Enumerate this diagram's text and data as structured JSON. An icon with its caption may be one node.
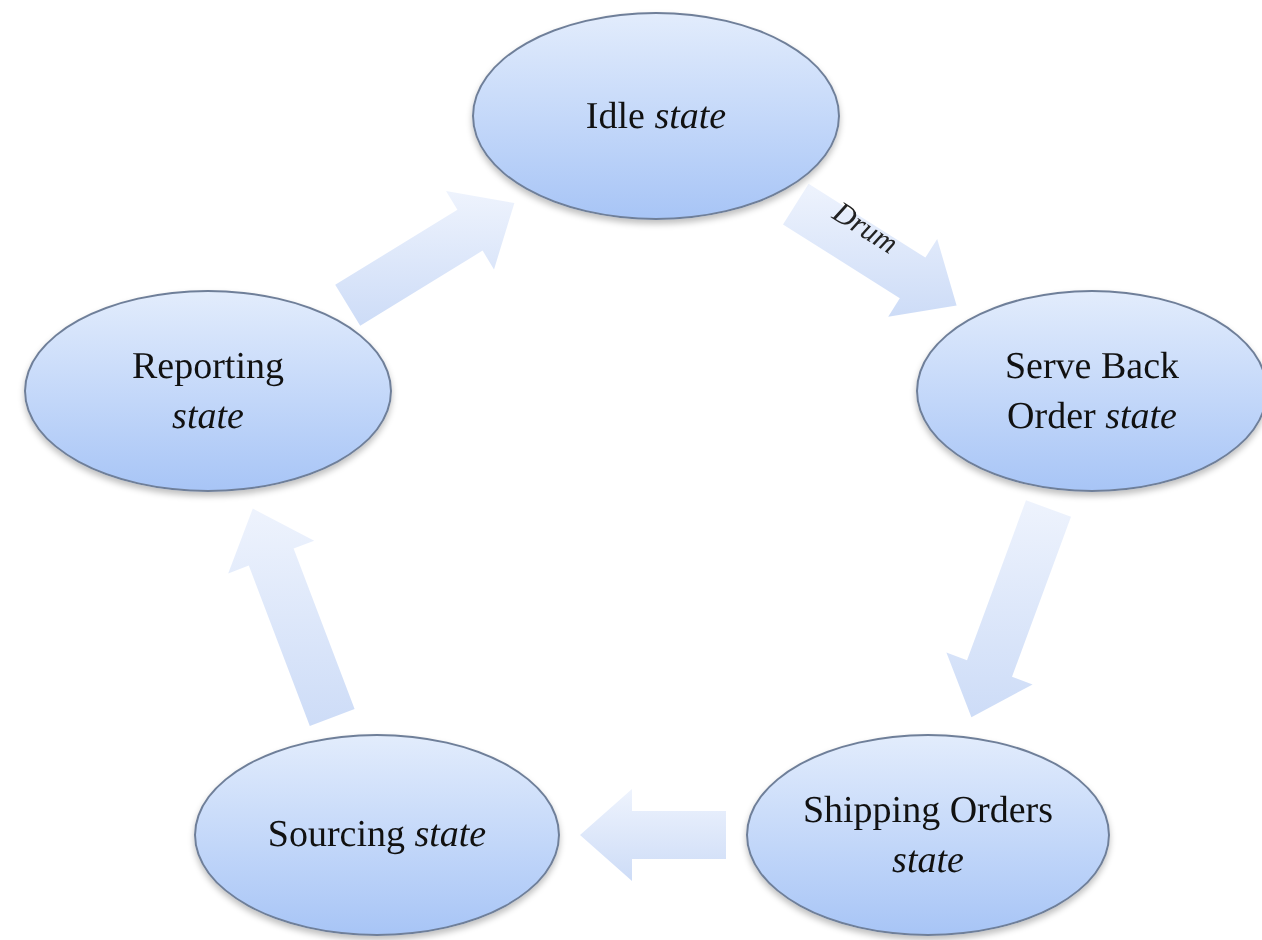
{
  "diagram": {
    "nodes": [
      {
        "text": [
          "Idle *state*"
        ]
      },
      {
        "text": [
          "Serve Back Order *state*"
        ]
      },
      {
        "text": [
          "Shipping Orders *state*"
        ]
      },
      {
        "text": [
          "Sourcing *state*"
        ]
      },
      {
        "text": [
          "Reporting *state*"
        ]
      }
    ],
    "edges": [
      {
        "from": 0,
        "to": 1,
        "arrow": "to",
        "label": "Drum"
      },
      {
        "from": 1,
        "to": 2,
        "arrow": "to"
      },
      {
        "from": 2,
        "to": 3,
        "arrow": "to"
      },
      {
        "from": 3,
        "to": 4,
        "arrow": "to"
      },
      {
        "from": 4,
        "to": 0,
        "arrow": "to"
      }
    ]
  }
}
